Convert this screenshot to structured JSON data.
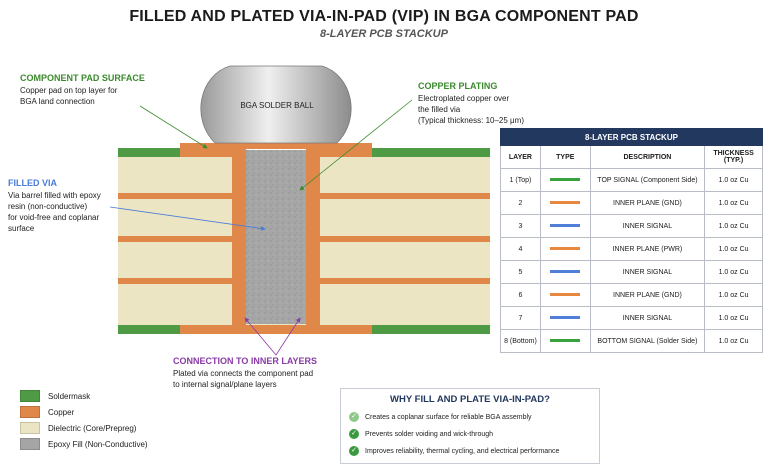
{
  "header": {
    "title": "FILLED AND PLATED VIA-IN-PAD (VIP) IN BGA COMPONENT PAD",
    "subtitle": "8-LAYER PCB STACKUP"
  },
  "callouts": {
    "component_pad": {
      "title": "COMPONENT PAD SURFACE",
      "lines": [
        "Copper pad on top layer for",
        "BGA land connection"
      ]
    },
    "copper_plating": {
      "title": "COPPER PLATING",
      "lines": [
        "Electroplated copper over",
        "the filled via",
        "(Typical thickness: 10–25 μm)"
      ]
    },
    "filled_via": {
      "title": "FILLED VIA",
      "lines": [
        "Via barrel filled with epoxy",
        "resin (non-conductive)",
        "for void-free and coplanar",
        "surface"
      ]
    },
    "inner_layers": {
      "title": "CONNECTION TO INNER LAYERS",
      "lines": [
        "Plated via connects the component pad",
        "to internal signal/plane layers"
      ]
    },
    "solder_ball": "BGA SOLDER BALL"
  },
  "stackup": {
    "title": "8-LAYER PCB STACKUP",
    "headers": [
      "LAYER",
      "TYPE",
      "DESCRIPTION",
      "THICKNESS (TYP.)"
    ],
    "rows": [
      {
        "layer": "1 (Top)",
        "type": "signal",
        "description": "TOP SIGNAL (Component Side)",
        "thickness": "1.0 oz Cu"
      },
      {
        "layer": "2",
        "type": "plane",
        "description": "INNER PLANE (GND)",
        "thickness": "1.0 oz Cu"
      },
      {
        "layer": "3",
        "type": "inner-signal",
        "description": "INNER SIGNAL",
        "thickness": "1.0 oz Cu"
      },
      {
        "layer": "4",
        "type": "plane",
        "description": "INNER PLANE (PWR)",
        "thickness": "1.0 oz Cu"
      },
      {
        "layer": "5",
        "type": "inner-signal",
        "description": "INNER SIGNAL",
        "thickness": "1.0 oz Cu"
      },
      {
        "layer": "6",
        "type": "plane",
        "description": "INNER PLANE (GND)",
        "thickness": "1.0 oz Cu"
      },
      {
        "layer": "7",
        "type": "inner-signal",
        "description": "INNER SIGNAL",
        "thickness": "1.0 oz Cu"
      },
      {
        "layer": "8 (Bottom)",
        "type": "signal",
        "description": "BOTTOM SIGNAL (Solder Side)",
        "thickness": "1.0 oz Cu"
      }
    ]
  },
  "legend": [
    {
      "label": "Soldermask",
      "color": "#4f9a45"
    },
    {
      "label": "Copper",
      "color": "#e0884a"
    },
    {
      "label": "Dielectric (Core/Prepreg)",
      "color": "#ece5c4"
    },
    {
      "label": "Epoxy Fill (Non-Conductive)",
      "color": "#a5a5a5"
    }
  ],
  "why": {
    "title": "WHY FILL AND PLATE VIA-IN-PAD?",
    "items": [
      "Creates a coplanar surface for reliable BGA assembly",
      "Prevents solder voiding and wick-through",
      "Improves reliability, thermal cycling, and electrical performance"
    ]
  },
  "colors": {
    "soldermask": "#4f9a45",
    "copper": "#e0884a",
    "dielectric": "#ece5c4",
    "epoxy": "#a5a5a5",
    "signal_line": "#3aa13f",
    "plane_line": "#e8883e",
    "inner_signal_line": "#4f7fd6",
    "table_header": "#23385f",
    "green_text": "#3a8a2c",
    "blue_text": "#4a7bd8",
    "purple_text": "#8a3ba6"
  }
}
